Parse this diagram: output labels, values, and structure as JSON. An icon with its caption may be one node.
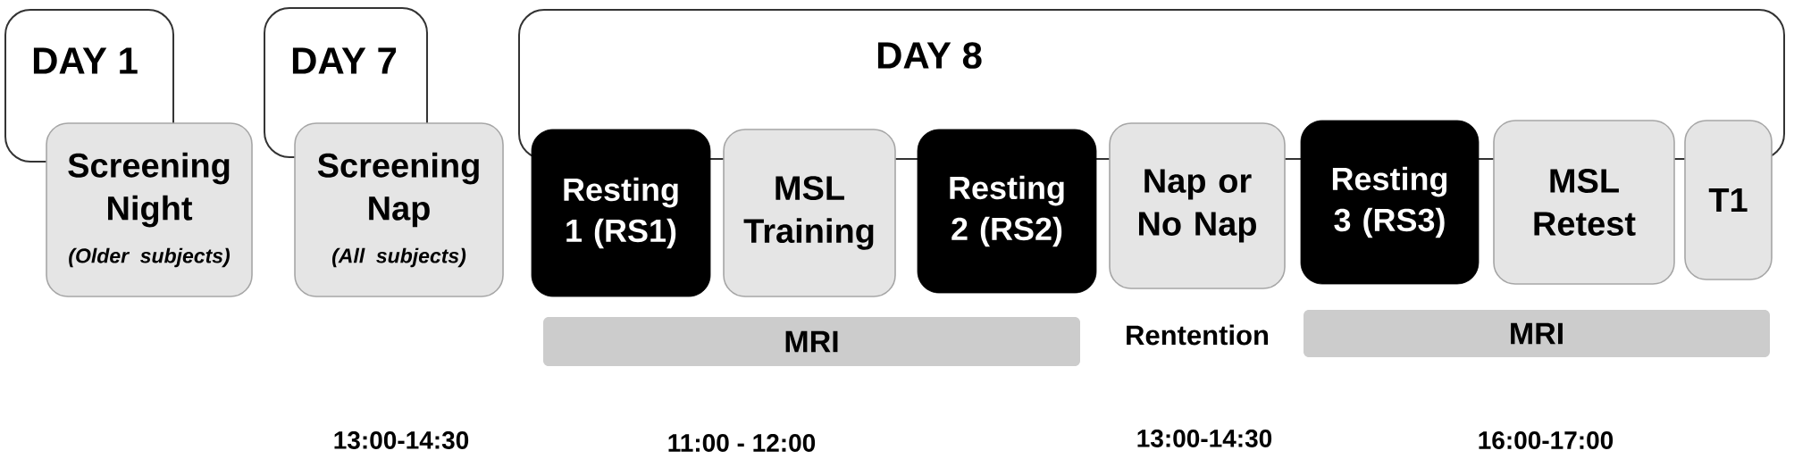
{
  "diagram": {
    "nodes": [
      {
        "text": [
          "DAY 1"
        ]
      },
      {
        "text": [
          "Screening Night",
          "(Older subjects)"
        ]
      },
      {
        "text": [
          "DAY 7"
        ]
      },
      {
        "text": [
          "Screening Nap",
          "(All subjects)"
        ]
      },
      {
        "text": [
          "DAY 8"
        ]
      },
      {
        "text": [
          "Resting 1 (RS1)"
        ]
      },
      {
        "text": [
          "MSL Training"
        ]
      },
      {
        "text": [
          "Resting 2 (RS2)"
        ]
      },
      {
        "text": [
          "Nap or No Nap"
        ]
      },
      {
        "text": [
          "Resting 3 (RS3)"
        ]
      },
      {
        "text": [
          "MSL Retest"
        ]
      },
      {
        "text": [
          "T1"
        ]
      },
      {
        "text": [
          "MRI"
        ]
      },
      {
        "text": [
          "MRI"
        ]
      }
    ],
    "labels": [
      "Rentention",
      "13:00-14:30",
      "11:00 - 12:00",
      "13:00-14:30",
      "16:00-17:00"
    ]
  }
}
